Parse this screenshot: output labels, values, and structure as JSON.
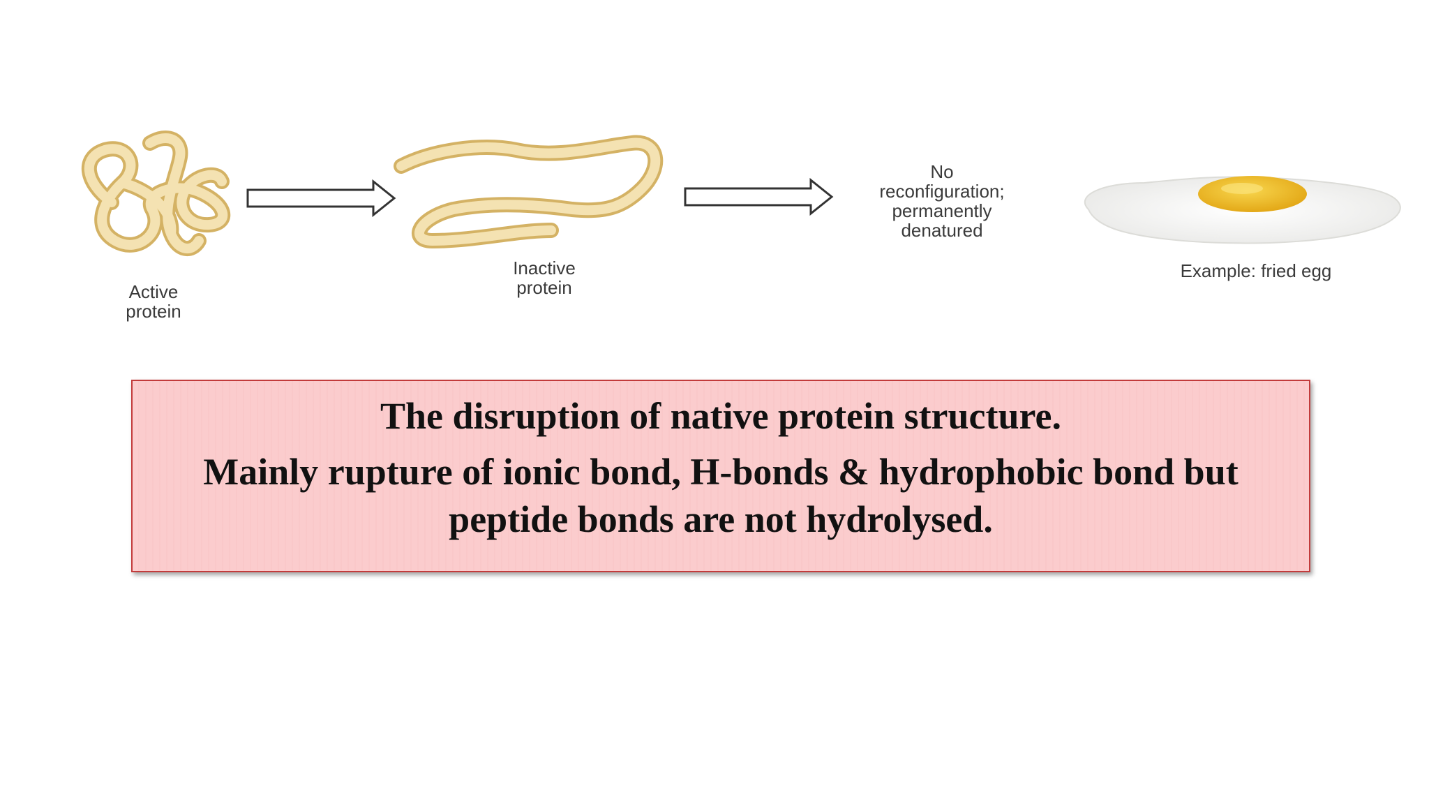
{
  "diagram": {
    "stages": [
      {
        "label_lines": [
          "Active",
          "protein"
        ]
      },
      {
        "label_lines": [
          "Inactive",
          "protein"
        ]
      },
      {
        "label_lines": [
          "No",
          "reconfiguration;",
          "permanently",
          "denatured"
        ]
      },
      {
        "label_lines": [
          "Example: fried egg"
        ]
      }
    ],
    "colors": {
      "protein_strand": "#f3deaa",
      "protein_outline": "#d9b96c",
      "egg_white": "#f7f7f5",
      "egg_yolk": "#f2c12e",
      "arrow": "#333333"
    }
  },
  "callout": {
    "line1": "The disruption of native protein structure.",
    "line2": "Mainly rupture of ionic bond, H-bonds & hydrophobic bond but peptide bonds are not hydrolysed.",
    "colors": {
      "background": "#fbcccd",
      "border": "#c23b3b"
    }
  }
}
